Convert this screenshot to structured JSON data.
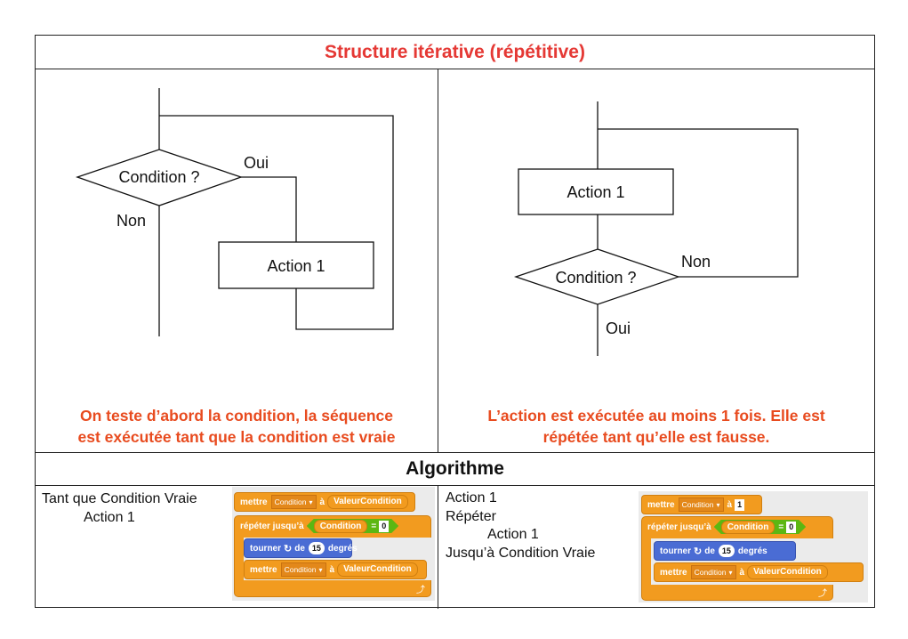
{
  "header": {
    "title": "Structure itérative (répétitive)"
  },
  "left_flow": {
    "condition": "Condition ?",
    "yes": "Oui",
    "no": "Non",
    "action": "Action 1",
    "caption_line1": "On teste d’abord la condition, la séquence",
    "caption_line2": "est exécutée tant que la condition est vraie"
  },
  "right_flow": {
    "action": "Action 1",
    "condition": "Condition ?",
    "no": "Non",
    "yes": "Oui",
    "caption_line1": "L’action est exécutée au moins 1 fois. Elle est",
    "caption_line2": "répétée tant qu’elle est fausse."
  },
  "algo": {
    "title": "Algorithme",
    "left_lines": [
      "Tant que Condition Vraie",
      "Action 1"
    ],
    "right_lines": [
      "Action 1",
      "Répéter",
      "Action 1",
      "Jusqu’à Condition Vraie"
    ]
  },
  "scratch_left": {
    "set_kw": "mettre",
    "var": "Condition",
    "to_kw": "à",
    "value": "ValeurCondition",
    "repeat_kw": "répéter jusqu’à",
    "cond_var": "Condition",
    "eq": "=",
    "zero": "0",
    "turn_kw": "tourner",
    "of_kw": "de",
    "degrees_val": "15",
    "degrees_kw": "degrés",
    "set2_kw": "mettre",
    "var2": "Condition",
    "to2_kw": "à",
    "value2": "ValeurCondition"
  },
  "scratch_right": {
    "set_kw": "mettre",
    "var": "Condition",
    "to_kw": "à",
    "init": "1",
    "repeat_kw": "répéter jusqu’à",
    "cond_var": "Condition",
    "eq": "=",
    "zero": "0",
    "turn_kw": "tourner",
    "of_kw": "de",
    "degrees_val": "15",
    "degrees_kw": "degrés",
    "set2_kw": "mettre",
    "var2": "Condition",
    "to2_kw": "à",
    "value2": "ValeurCondition"
  },
  "colors": {
    "title_red": "#e53935",
    "caption_orange": "#e84b1f",
    "scratch_orange": "#f29b1f",
    "scratch_blue": "#4a6cd4",
    "scratch_green": "#5cb712"
  }
}
